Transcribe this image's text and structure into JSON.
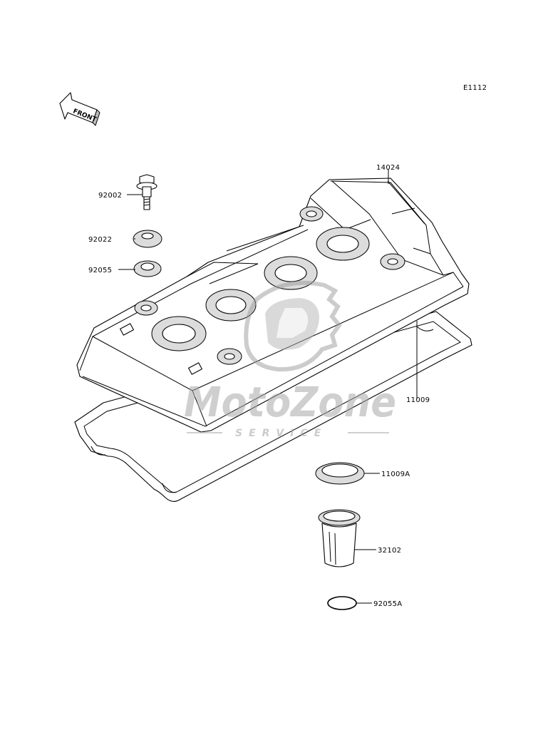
{
  "diagram_code": "E1112",
  "front_arrow_label": "FRONT",
  "parts": [
    {
      "number": "14024"
    },
    {
      "number": "92002"
    },
    {
      "number": "92022"
    },
    {
      "number": "92055"
    },
    {
      "number": "11009"
    },
    {
      "number": "11009A"
    },
    {
      "number": "32102"
    },
    {
      "number": "92055A"
    }
  ],
  "watermark": {
    "brand": "MotoZone",
    "sub": "SERVICE"
  }
}
